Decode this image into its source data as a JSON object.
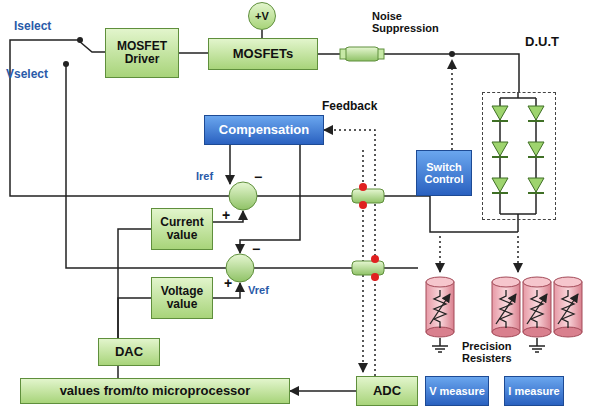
{
  "diagram": {
    "nodes": [
      {
        "text": [
          "MOSFET Driver"
        ]
      },
      {
        "text": [
          "MOSFETs"
        ]
      },
      {
        "text": [
          "+V"
        ]
      },
      {
        "text": [
          "Compensation"
        ]
      },
      {
        "text": [
          "Switch Control"
        ]
      },
      {
        "text": [
          "D.U.T"
        ]
      },
      {
        "text": [
          "Current value"
        ]
      },
      {
        "text": [
          "Voltage value"
        ]
      },
      {
        "text": [
          "DAC"
        ]
      },
      {
        "text": [
          "values from/to microprocessor"
        ]
      },
      {
        "text": [
          "ADC"
        ]
      },
      {
        "text": [
          "V measure"
        ]
      },
      {
        "text": [
          "I measure"
        ]
      }
    ],
    "edges": [
      {
        "from": 2,
        "to": 1,
        "arrow": "none"
      },
      {
        "from": 0,
        "to": 1,
        "arrow": "none"
      },
      {
        "from": 1,
        "to": 5,
        "arrow": "none"
      },
      {
        "from": 8,
        "to": 6,
        "arrow": "none"
      },
      {
        "from": 8,
        "to": 7,
        "arrow": "none"
      },
      {
        "from": 9,
        "to": 8,
        "arrow": "none"
      },
      {
        "from": 10,
        "to": 9,
        "arrow": "to"
      },
      {
        "from": 10,
        "to": 3,
        "arrow": "to"
      }
    ],
    "labels": [
      "Iselect",
      "Vselect",
      "Noise Suppression",
      "Feedback",
      "Iref",
      "−",
      "+",
      "−",
      "+",
      "Vref",
      "Precision Resisters"
    ]
  }
}
